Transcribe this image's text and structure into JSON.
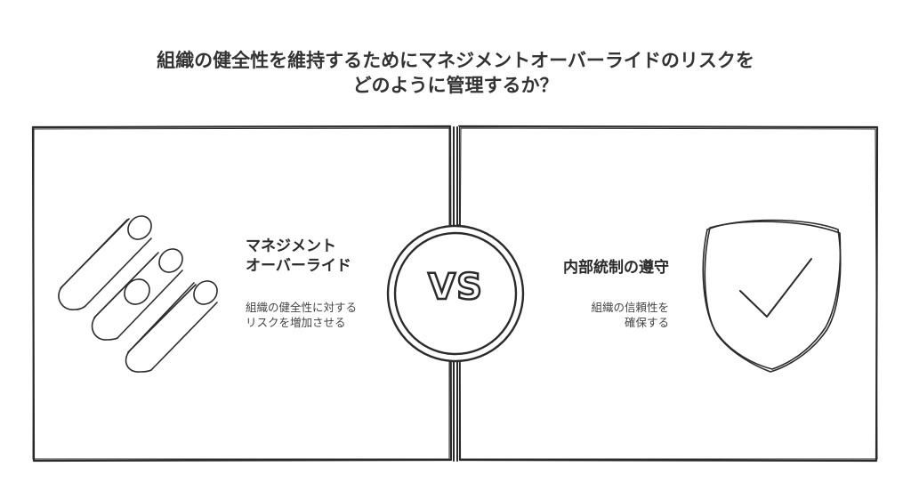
{
  "title": {
    "line1": "組織の健全性を維持するためにマネジメントオーバーライドのリスクを",
    "line2": "どのように管理するか？"
  },
  "left": {
    "heading_line1": "マネジメント",
    "heading_line2": "オーバーライド",
    "desc_line1": "組織の健全性に対する",
    "desc_line2": "リスクを増加させる",
    "icon": "diagonal-bars-icon"
  },
  "vs": {
    "label": "VS"
  },
  "right": {
    "heading": "内部統制の遵守",
    "desc_line1": "組織の信頼性を",
    "desc_line2": "確保する",
    "icon": "shield-check-icon"
  }
}
